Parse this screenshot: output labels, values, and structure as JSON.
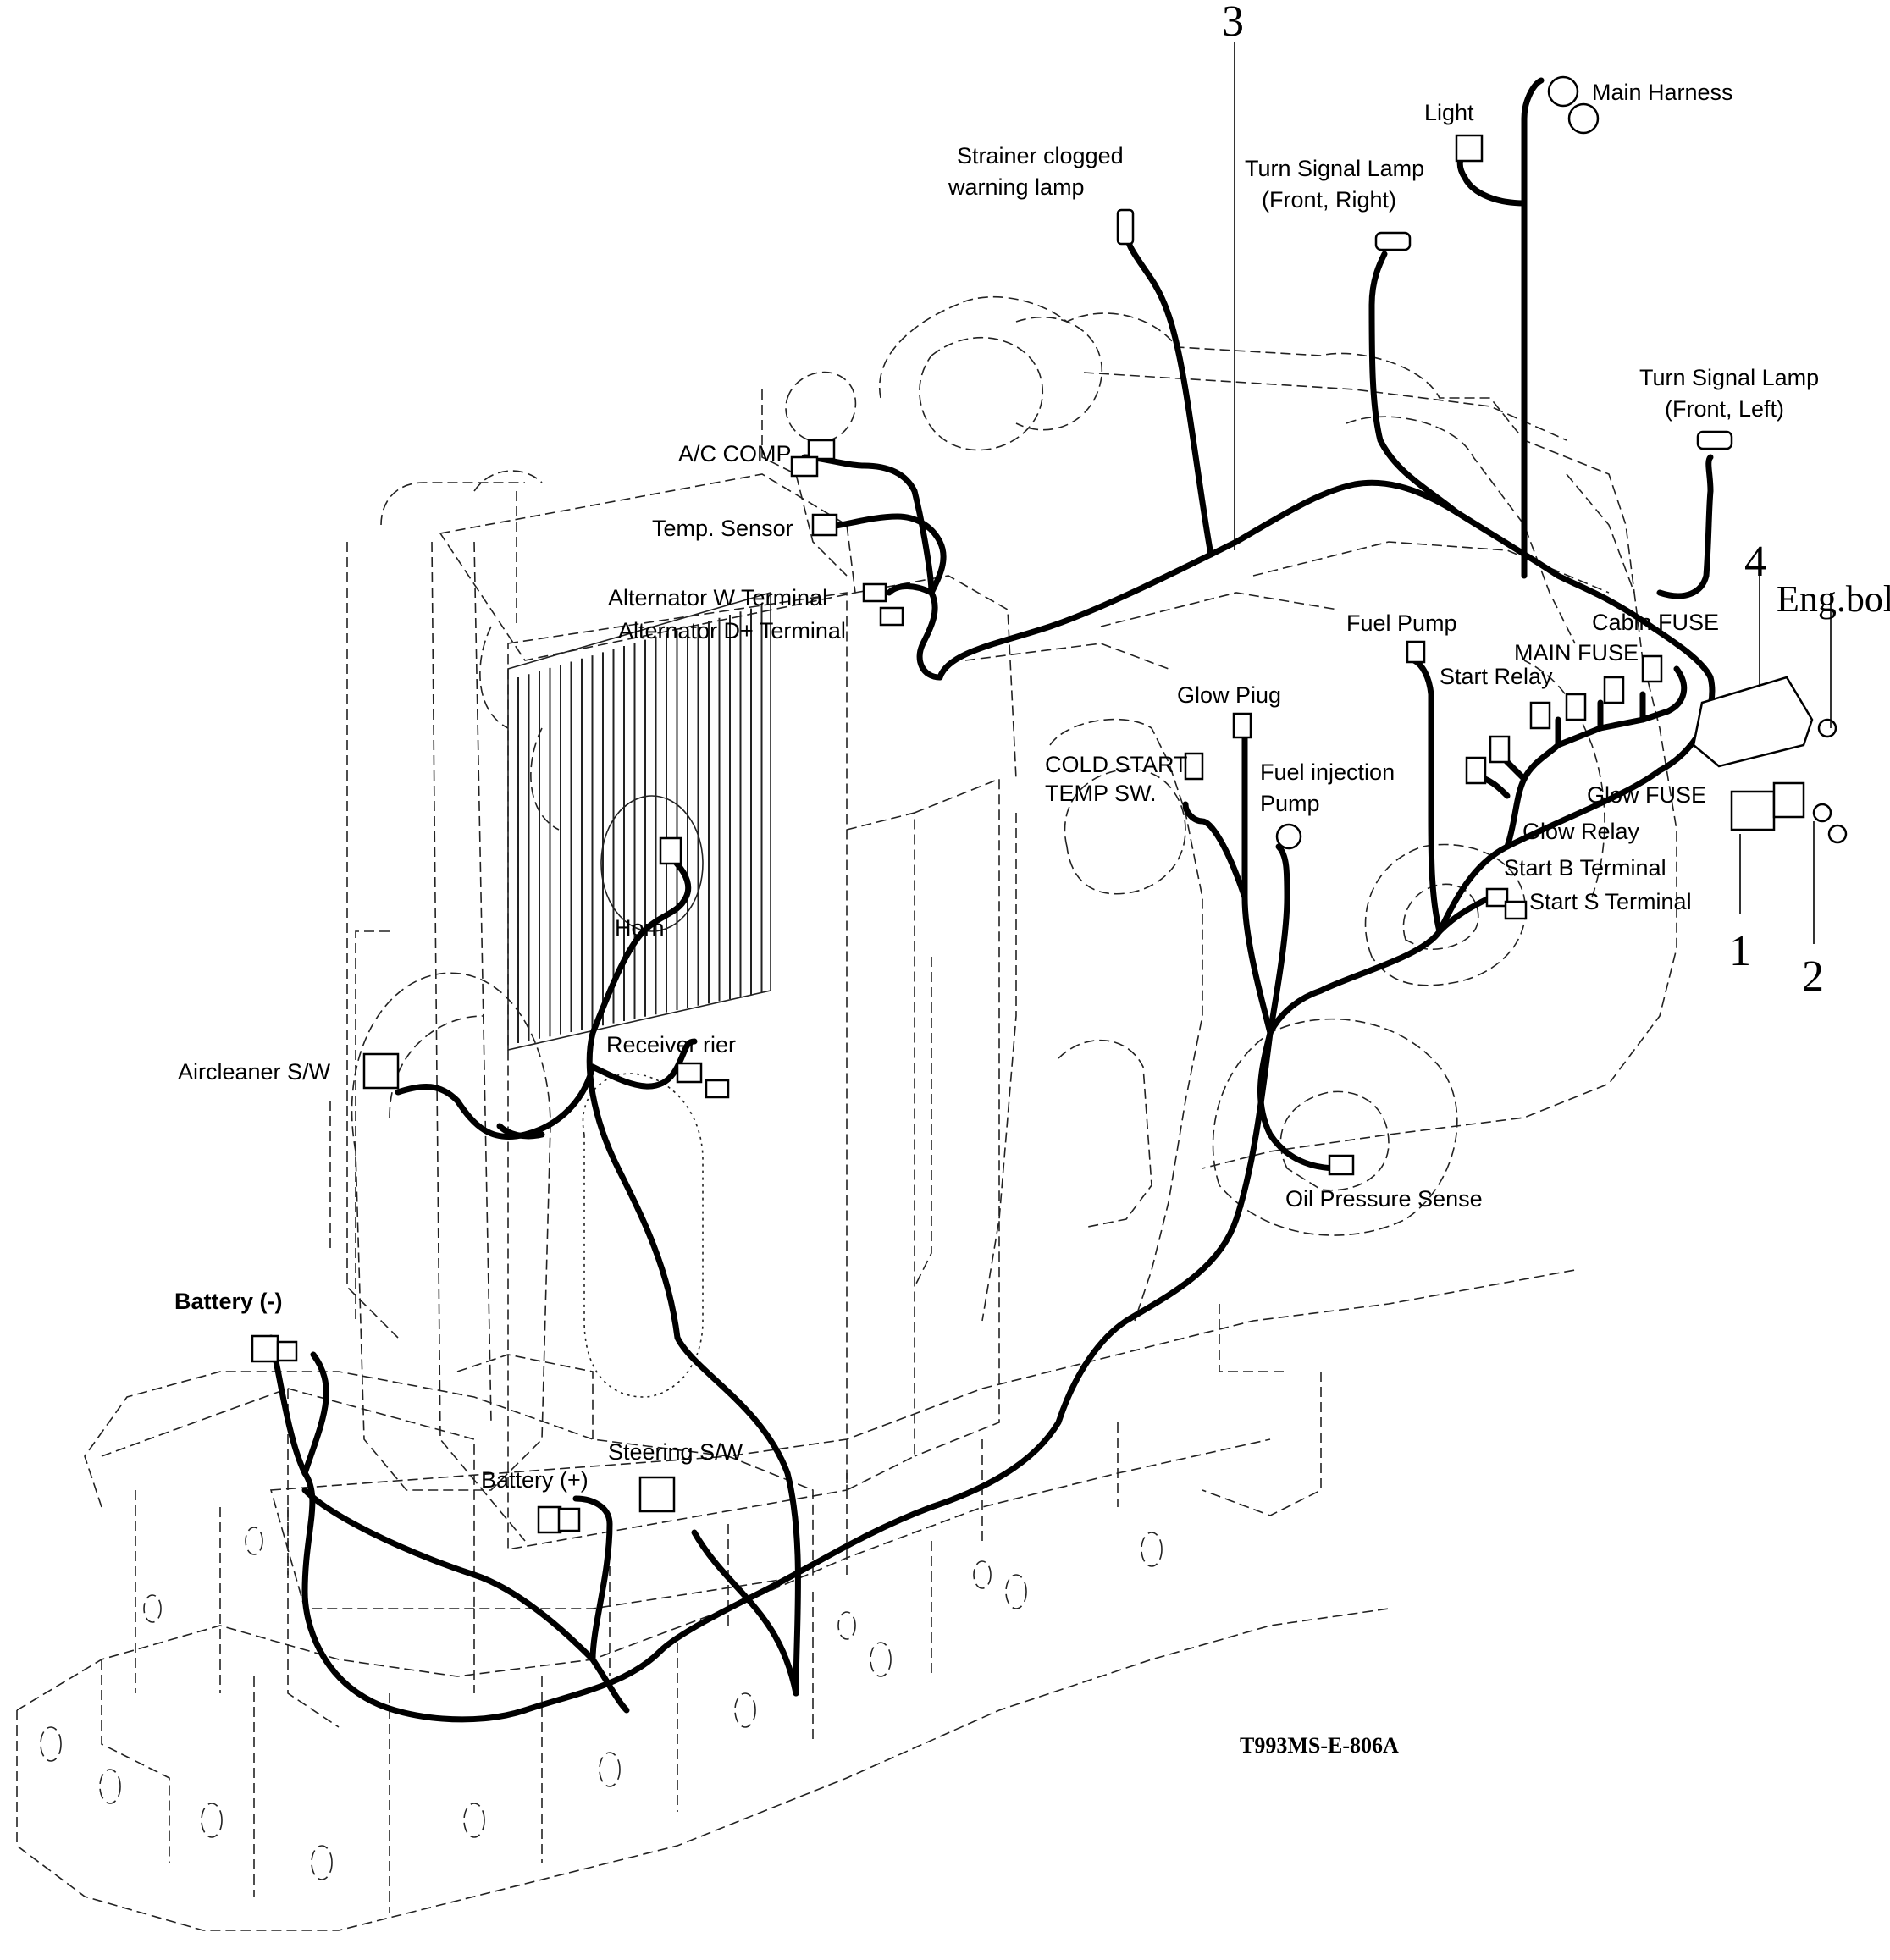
{
  "diagram": {
    "labels": {
      "strainer": [
        "Strainer clogged",
        "warning lamp"
      ],
      "turn_right": [
        "Turn Signal Lamp",
        "(Front, Right)"
      ],
      "light": "Light",
      "main_harness": "Main Harness",
      "turn_left": [
        "Turn Signal Lamp",
        "(Front, Left)"
      ],
      "ac_comp": "A/C COMP",
      "temp_sensor": "Temp. Sensor",
      "alt_w": "Alternator W Terminal",
      "alt_d": "Alternator D+ Terminal",
      "fuel_pump": "Fuel Pump",
      "cabin_fuse": "Cabin FUSE",
      "main_fuse": "MAIN FUSE",
      "start_relay": "Start Relay",
      "glow_plug": "Glow Piug",
      "cold_start": [
        "COLD START",
        "TEMP SW."
      ],
      "fuel_injection": [
        "Fuel injection",
        "Pump"
      ],
      "glow_fuse": "Glow FUSE",
      "glow_relay": "Glow Relay",
      "start_b": "Start B Terminal",
      "start_s": "Start S Terminal",
      "eng_bolt": "Eng.bolt",
      "horn": "Horn",
      "receiver_drier": "Receiver  rier",
      "aircleaner": "Aircleaner S/W",
      "oil_pressure": "Oil Pressure Sense",
      "battery_neg": "Battery (-)",
      "battery_pos": "Battery (+)",
      "steering": "Steering S/W",
      "code": "T993MS-E-806A"
    },
    "callouts": {
      "c1": "1",
      "c2": "2",
      "c3": "3",
      "c4": "4"
    }
  }
}
